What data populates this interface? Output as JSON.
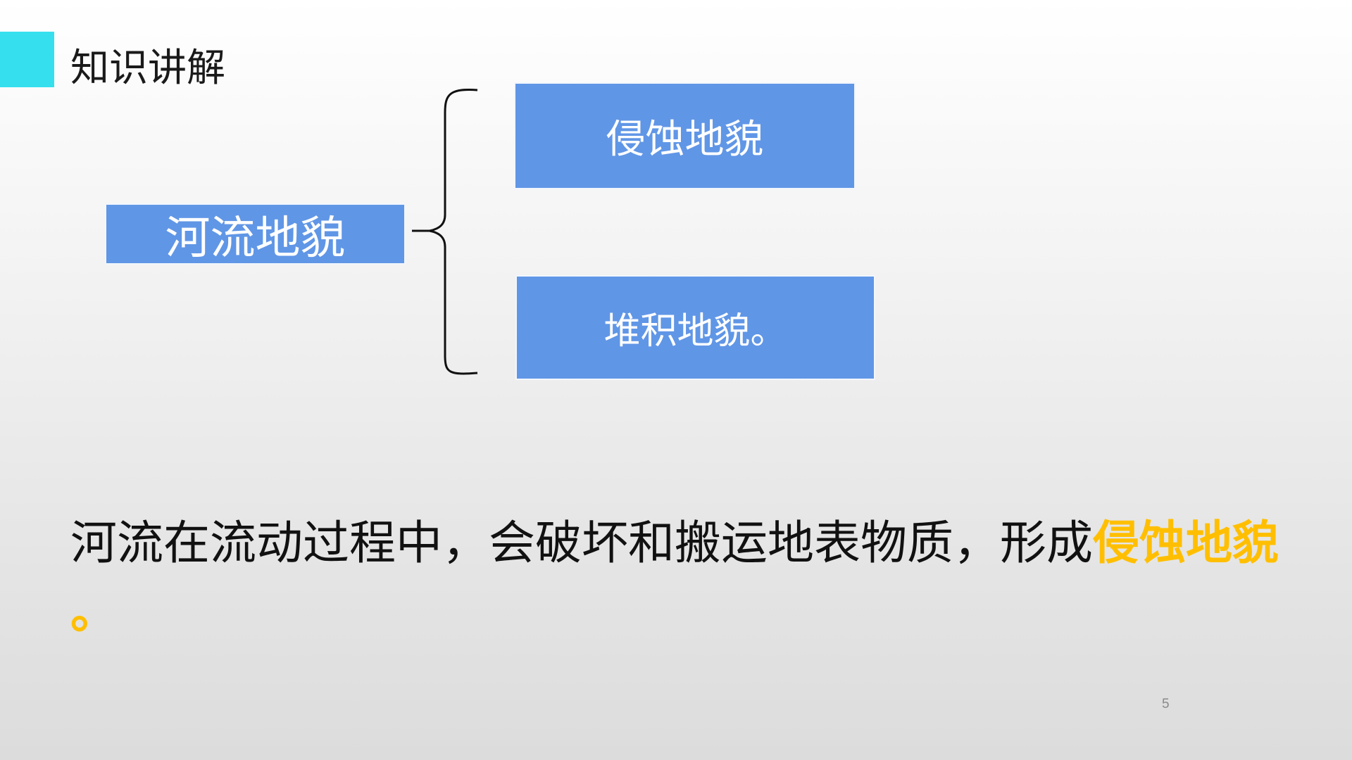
{
  "slide": {
    "title": "知识讲解",
    "accent_color": "#36dfee",
    "node_color": "#6096e6",
    "highlight_color": "#ffbf00",
    "page_number": "5"
  },
  "diagram": {
    "root": "河流地貌",
    "branches": [
      "侵蚀地貌",
      "堆积地貌。"
    ]
  },
  "body": {
    "text": "河流在流动过程中，会破坏和搬运地表物质，形成",
    "highlight": "侵蚀地貌",
    "tail": "。"
  }
}
